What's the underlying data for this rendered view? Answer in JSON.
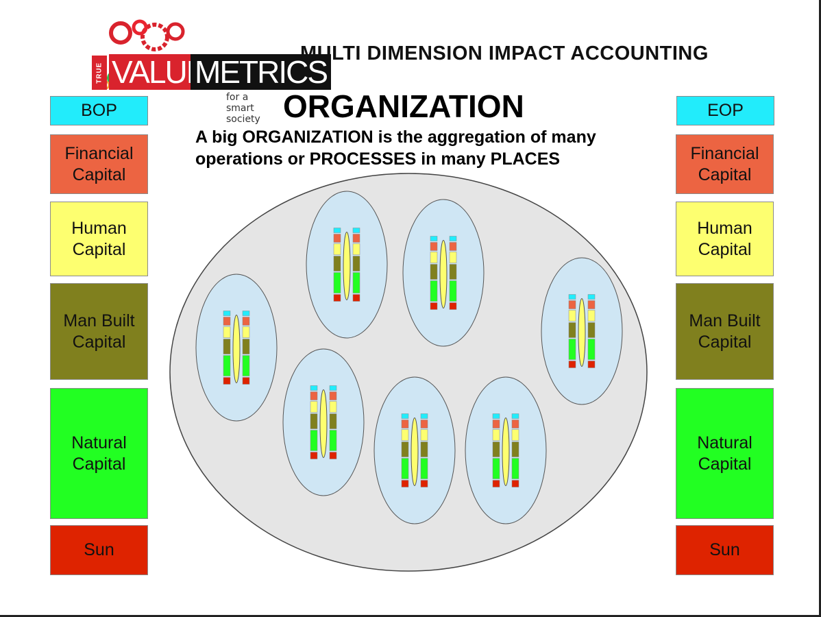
{
  "logo": {
    "true_label": "TRUE",
    "value_label": "VALUE",
    "metrics_label": "METRICS",
    "tagline": "for a smart society"
  },
  "header": {
    "title": "MULTI DIMENSION IMPACT ACCOUNTING"
  },
  "organization": {
    "title": "ORGANIZATION",
    "line1": "A big ORGANIZATION is the aggregation of many",
    "line2": "operations or PROCESSES in many PLACES"
  },
  "left_column": {
    "header": "BOP",
    "financial": [
      "Financial",
      "Capital"
    ],
    "human": [
      "Human",
      "Capital"
    ],
    "man_built": [
      "Man Built",
      "Capital"
    ],
    "natural": [
      "Natural",
      "Capital"
    ],
    "sun": "Sun"
  },
  "right_column": {
    "header": "EOP",
    "financial": [
      "Financial",
      "Capital"
    ],
    "human": [
      "Human",
      "Capital"
    ],
    "man_built": [
      "Man Built",
      "Capital"
    ],
    "natural": [
      "Natural",
      "Capital"
    ],
    "sun": "Sun"
  },
  "colors": {
    "bop_eop": "#22ecfb",
    "financial": "#ec6442",
    "human": "#fdff70",
    "man_built": "#80801e",
    "natural": "#22ff22",
    "sun": "#de2300",
    "organization_fill": "#e5e5e5",
    "process_fill": "#cfe6f4"
  },
  "process_count": 7
}
